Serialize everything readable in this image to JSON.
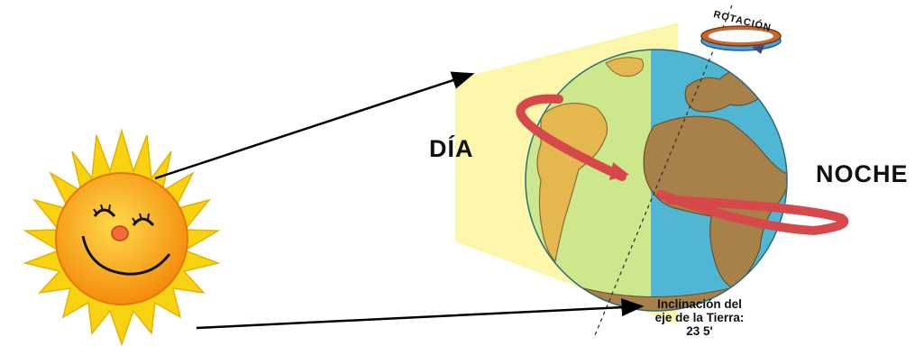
{
  "labels": {
    "day": "DÍA",
    "night": "NOCHE",
    "rotation": "ROTACIÓN",
    "tilt_line1": "Inclinación del",
    "tilt_line2": "eje de la Tierra:",
    "tilt_line3": "23 5'"
  },
  "colors": {
    "sun_rays": "#f7d210",
    "sun_face": "#f5a413",
    "day_plane": "#fbf5a0",
    "ocean_day": "#cde78c",
    "ocean_night": "#4fb6d4",
    "land": "#a8814a",
    "rotation_arrow": "#d6484a",
    "arrows": "#000000"
  }
}
